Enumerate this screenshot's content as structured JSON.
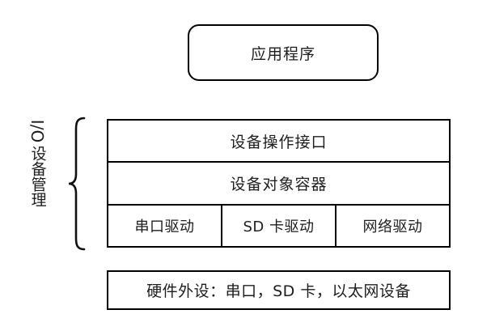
{
  "diagram": {
    "title_box": {
      "label": "应用程序"
    },
    "side_label": {
      "io": "I/O",
      "cn": "设备管理"
    },
    "brace": {
      "icon": "curly-brace-icon"
    },
    "layers": [
      {
        "label": "设备操作接口"
      },
      {
        "label": "设备对象容器"
      }
    ],
    "drivers": [
      {
        "label": "串口驱动"
      },
      {
        "label": "SD 卡驱动"
      },
      {
        "label": "网络驱动"
      }
    ],
    "hardware_box": {
      "label": "硬件外设：串口，SD 卡，以太网设备"
    },
    "colors": {
      "stroke": "#000000",
      "text": "#1e1e1e",
      "background": "#ffffff"
    }
  }
}
